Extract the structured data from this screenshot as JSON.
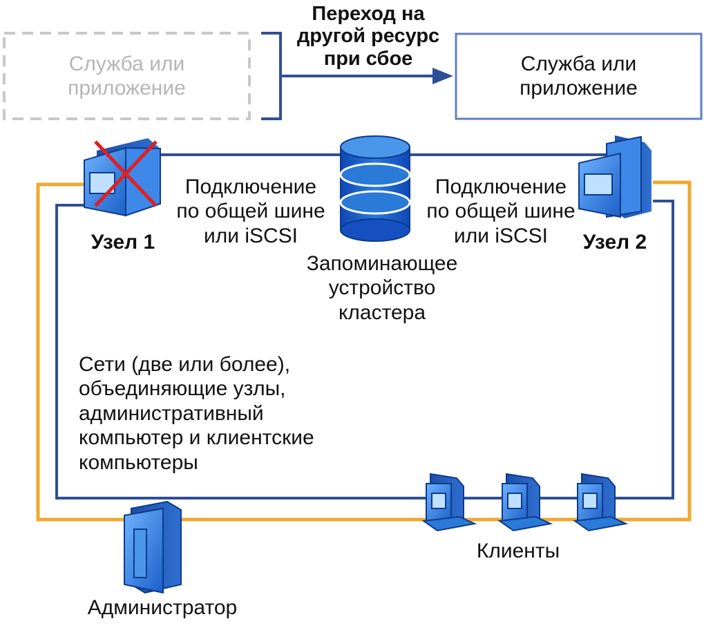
{
  "failover": {
    "label": "Переход на\nдругой ресурс\nпри сбое",
    "service_inactive": "Служба или\nприложение",
    "service_active": "Служба или\nприложение"
  },
  "nodes": {
    "node1": {
      "label": "Узел 1",
      "status": "failed"
    },
    "node2": {
      "label": "Узел 2",
      "status": "active"
    }
  },
  "storage": {
    "label": "Запоминающее\nустройство\nкластера",
    "connection_left": "Подключение\nпо общей шине\nили iSCSI",
    "connection_right": "Подключение\nпо общей шине\nили iSCSI"
  },
  "networks": {
    "description": "Сети (две или более),\nобъединяющие узлы,\nадминистративный\nкомпьютер и клиентские\nкомпьютеры"
  },
  "clients": {
    "label": "Клиенты",
    "count": 3
  },
  "admin": {
    "label": "Администратор"
  },
  "colors": {
    "network_blue": "#2f4f96",
    "network_orange": "#f0a830",
    "icon_blue": "#2a7ad8",
    "failure_red": "#e02020",
    "inactive_gray": "#c8c8c8",
    "active_box_border": "#5f7fc0"
  },
  "icons": [
    "server-icon",
    "database-icon",
    "client-computer-icon",
    "failure-cross-icon",
    "arrow-right-icon"
  ]
}
